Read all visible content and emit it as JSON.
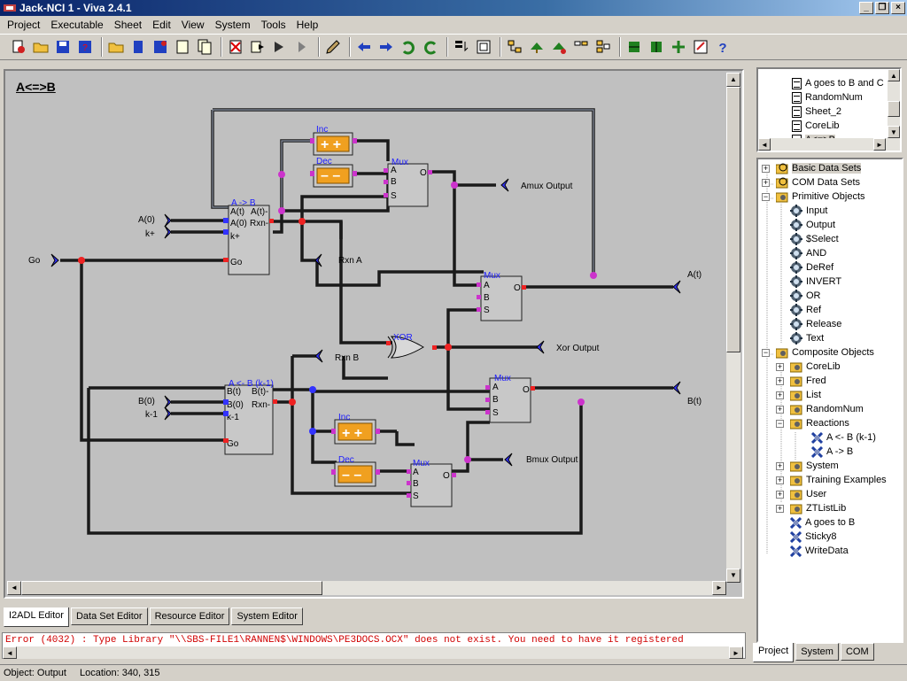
{
  "window": {
    "title": "Jack-NCI 1 - Viva 2.4.1",
    "minimize": "_",
    "restore": "❐",
    "close": "×"
  },
  "menu": [
    "Project",
    "Executable",
    "Sheet",
    "Edit",
    "View",
    "System",
    "Tools",
    "Help"
  ],
  "toolbar_icons": [
    "new-project-icon",
    "open-folder-icon",
    "save-icon",
    "save-as-icon",
    "open-sheet-icon",
    "close-sheet-icon",
    "save-sheet-icon",
    "new-page-icon",
    "copy-page-icon",
    "delete-icon",
    "build-icon",
    "run-icon",
    "play-icon",
    "edit-icon",
    "back-arrow-icon",
    "forward-arrow-icon",
    "undo-icon",
    "redo-icon",
    "import-icon",
    "export-icon",
    "hierarchy-icon",
    "tree-icon",
    "tree-alt-icon",
    "tag-icon",
    "list-icon",
    "probe-icon",
    "probe-alt-icon",
    "connect-icon",
    "settings-icon",
    "help-icon"
  ],
  "sheet": {
    "title": "A<=>B",
    "labels": {
      "inc_top": "Inc",
      "dec_top": "Dec",
      "mux_top": "Mux",
      "amux_output": "Amux Output",
      "a_to_b": "A -> B",
      "at_in": "A(t)",
      "at_out": "A(t)-",
      "a0_in": "A(0)",
      "rxn": "Rxn-",
      "k_plus_in": "k+",
      "a0_label": "A(0)",
      "k_plus_label": "k+",
      "go_label": "Go",
      "go_pin": "Go",
      "rxn_a": "Rxn A",
      "mux_right_top": "Mux",
      "at_output": "A(t)",
      "xor": "XOR",
      "xor_output": "Xor Output",
      "rxn_b": "Rxn B",
      "b_from_a": "A <- B (k-1)",
      "bt_in": "B(t)",
      "bt_out": "B(t)-",
      "b0_in": "B(0)",
      "rxn_lower": "Rxn-",
      "k_minus_in": "k-1",
      "b0_label": "B(0)",
      "k_minus_label": "k-1",
      "go_pin_lower": "Go",
      "mux_right_bottom": "Mux",
      "bt_output": "B(t)",
      "inc_bottom": "Inc",
      "dec_bottom": "Dec",
      "mux_bottom": "Mux",
      "bmux_output": "Bmux Output",
      "pin_a": "A",
      "pin_b": "B",
      "pin_s": "S",
      "pin_o": "O"
    }
  },
  "editor_tabs": [
    "I2ADL Editor",
    "Data Set Editor",
    "Resource Editor",
    "System Editor"
  ],
  "error_message": "Error  (4032) : Type Library \"\\\\SBS-FILE1\\RANNEN$\\WINDOWS\\PE3DOCS.OCX\" does not exist. You need to have it registered",
  "status": {
    "object": "Object: Output",
    "location": "Location: 340, 315"
  },
  "sheet_list": [
    "A goes to B and C",
    "RandomNum",
    "Sheet_2",
    "CoreLib",
    "A<=>B"
  ],
  "tree": {
    "basic_data_sets": "Basic Data Sets",
    "com_data_sets": "COM Data Sets",
    "primitive_objects": "Primitive Objects",
    "primitives": [
      "Input",
      "Output",
      "$Select",
      "AND",
      "DeRef",
      "INVERT",
      "OR",
      "Ref",
      "Release",
      "Text"
    ],
    "composite_objects": "Composite Objects",
    "composites_before": [
      "CoreLib",
      "Fred",
      "List",
      "RandomNum"
    ],
    "reactions": "Reactions",
    "reaction_items": [
      "A <- B (k-1)",
      "A -> B"
    ],
    "composites_after": [
      "System",
      "Training Examples",
      "User",
      "ZTListLib"
    ],
    "bottom_items": [
      "A goes to B",
      "Sticky8",
      "WriteData"
    ]
  },
  "project_tabs": [
    "Project",
    "System",
    "COM"
  ],
  "colors": {
    "wire": "#1a1a1a",
    "wire_inner": "#8890a0",
    "pin_blue": "#3333ff",
    "pin_magenta": "#cc33cc",
    "pin_red": "#ee2222",
    "label_blue": "#1c1cff",
    "box_orange": "#f0a020",
    "error_red": "#d00000"
  }
}
